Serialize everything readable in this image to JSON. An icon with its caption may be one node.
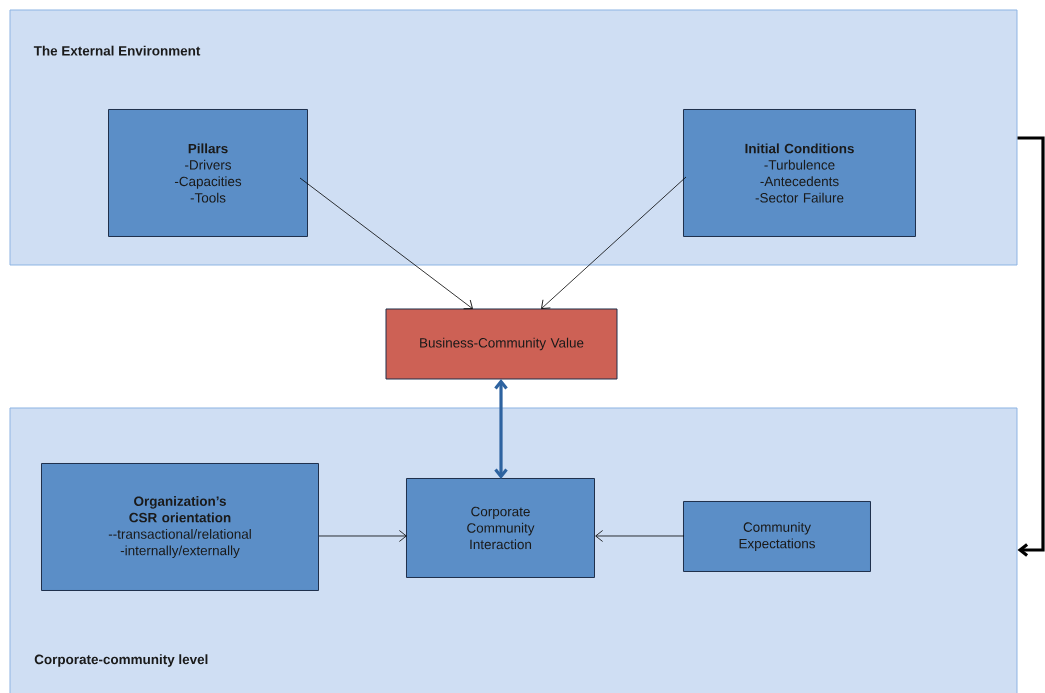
{
  "diagram": {
    "nodes": [
      {
        "text": [
          "The External Environment"
        ]
      },
      {
        "text": [
          "Pillars",
          "-Drivers",
          "-Capacities",
          "-Tools"
        ],
        "in": 0
      },
      {
        "text": [
          "Initial Conditions",
          "-Turbulence",
          "-Antecedents",
          "-Sector Failure"
        ],
        "in": 0
      },
      {
        "text": [
          "Business-Community Value"
        ]
      },
      {
        "text": [
          "Corporate-community level"
        ]
      },
      {
        "text": [
          "Organization’s CSR orientation",
          "--transactional/relational",
          "-internally/externally"
        ],
        "in": 4
      },
      {
        "text": [
          "Corporate Community Interaction"
        ],
        "in": 4
      },
      {
        "text": [
          "Community Expectations"
        ],
        "in": 4
      }
    ],
    "edges": [
      {
        "from": 1,
        "to": 3,
        "arrow": "to"
      },
      {
        "from": 2,
        "to": 3,
        "arrow": "to"
      },
      {
        "from": 3,
        "to": 6,
        "arrow": "both",
        "style": "thick",
        "color": "#2e63a0"
      },
      {
        "from": 5,
        "to": 6,
        "arrow": "to"
      },
      {
        "from": 7,
        "to": 6,
        "arrow": "to"
      },
      {
        "from": 0,
        "to": 4,
        "arrow": "to",
        "style": "thick"
      }
    ]
  }
}
